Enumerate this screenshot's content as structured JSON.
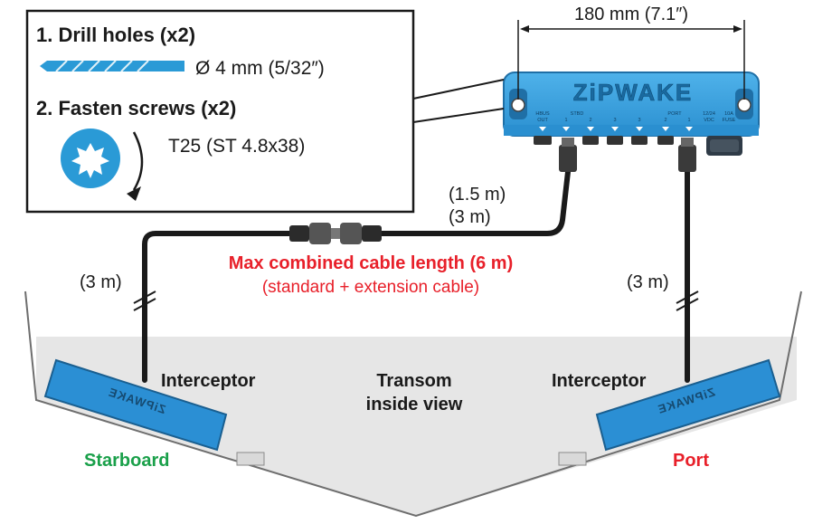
{
  "instructions": {
    "step1_title": "1. Drill holes (x2)",
    "drill_size": "Ø 4 mm (5/32″)",
    "step2_title": "2. Fasten screws (x2)",
    "screw_spec": "T25 (ST 4.8x38)"
  },
  "dimension": {
    "width_label": "180 mm (7.1″)"
  },
  "control_unit": {
    "brand": "ZiPWAKE",
    "port_labels": {
      "hbus": "HBUS",
      "out": "OUT",
      "stbd": "STBD",
      "port": "PORT",
      "n1": "1",
      "n2": "2",
      "n3": "3",
      "vdc": "12/24",
      "vdc2": "VDC",
      "fuse": "10A",
      "fuse2": "FUSE"
    }
  },
  "cables": {
    "short_length": "(1.5 m)",
    "extension_length": "(3 m)",
    "left_length": "(3 m)",
    "right_length": "(3 m)",
    "max_length_title": "Max combined cable length (6 m)",
    "max_length_note": "(standard + extension cable)"
  },
  "transom": {
    "label_line1": "Transom",
    "label_line2": "inside view",
    "left_interceptor": "Interceptor",
    "right_interceptor": "Interceptor",
    "starboard": "Starboard",
    "port": "Port"
  },
  "colors": {
    "device_blue": "#3399dd",
    "device_blue_dark": "#1f6fa6",
    "cable": "#1a1a1a",
    "alert_red": "#e8202a",
    "starboard_green": "#1aa04a",
    "port_red": "#e8202a",
    "hull_gray": "#e6e6e6"
  }
}
